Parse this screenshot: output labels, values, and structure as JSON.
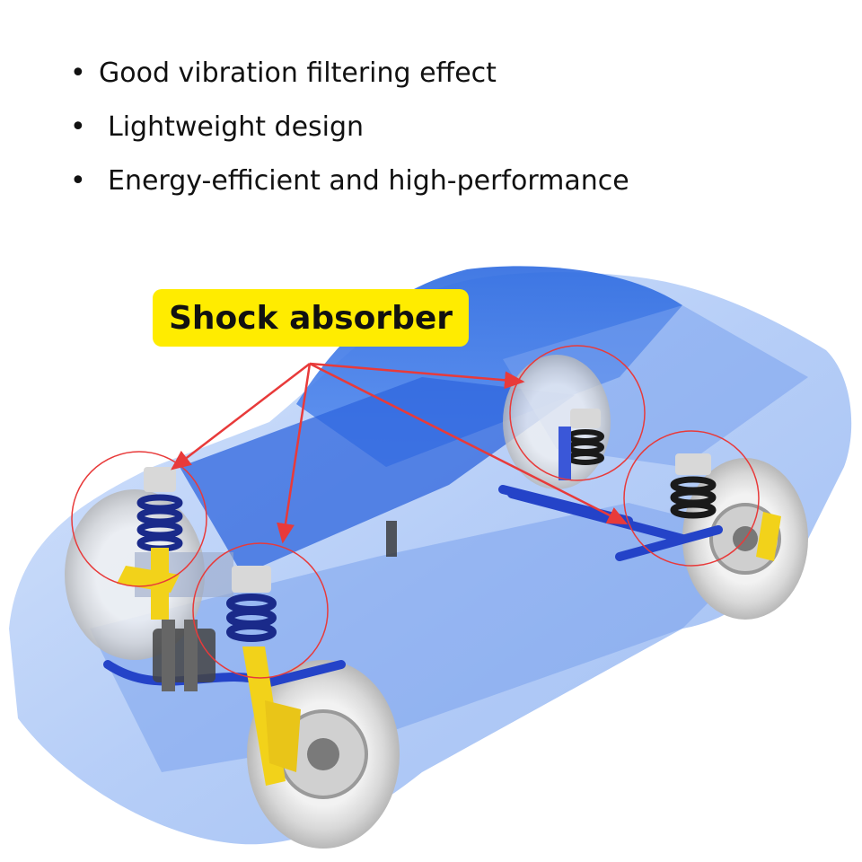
{
  "bullets": [
    "Good vibration filtering effect",
    "Lightweight design",
    "Energy-efficient and high-performance"
  ],
  "bullet_marker": "•",
  "callout": {
    "label": "Shock absorber",
    "background": "#ffec00"
  },
  "colors": {
    "arrow": "#e83a3a",
    "circle": "#e83a3a",
    "car_body": "#3a6fe0",
    "spring": "#1a2a8a",
    "strut": "#f2d21a"
  },
  "highlighted_parts": [
    "front-left-shock-absorber",
    "front-right-shock-absorber",
    "rear-left-shock-absorber",
    "rear-right-shock-absorber"
  ]
}
